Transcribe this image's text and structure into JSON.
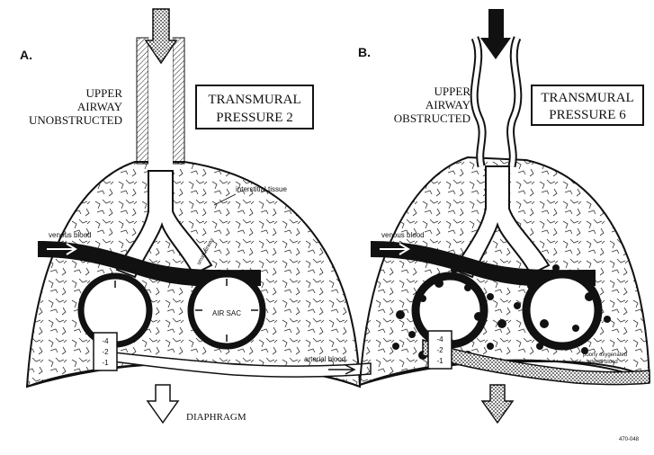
{
  "panels": [
    {
      "letter": "A.",
      "airway_lines": [
        "UPPER",
        "AIRWAY",
        "UNOBSTRUCTED"
      ],
      "pressure_lines": [
        "TRANSMURAL",
        "PRESSURE  2"
      ],
      "interstitial_label": "interstitial tissue",
      "venous_label": "venous blood",
      "small_airway_label": "small airway",
      "air_sac_label": "AIR SAC",
      "arterial_label": "arterial blood",
      "gauge_values": [
        "-4",
        "-2",
        "-1"
      ],
      "diaphragm_label": "DIAPHRAGM",
      "diaphragm_arrow": "hollow"
    },
    {
      "letter": "B.",
      "airway_lines": [
        "UPPER",
        "AIRWAY",
        "OBSTRUCTED"
      ],
      "pressure_lines": [
        "TRANSMURAL",
        "PRESSURE  6"
      ],
      "venous_label": "venous blood",
      "poorly_oxygenated_lines": [
        "poorly oxygenated",
        "arterial blood"
      ],
      "gauge_values": [
        "-4",
        "-2",
        "-1"
      ],
      "diaphragm_arrow": "dotted"
    }
  ],
  "figure_code": "470-048"
}
